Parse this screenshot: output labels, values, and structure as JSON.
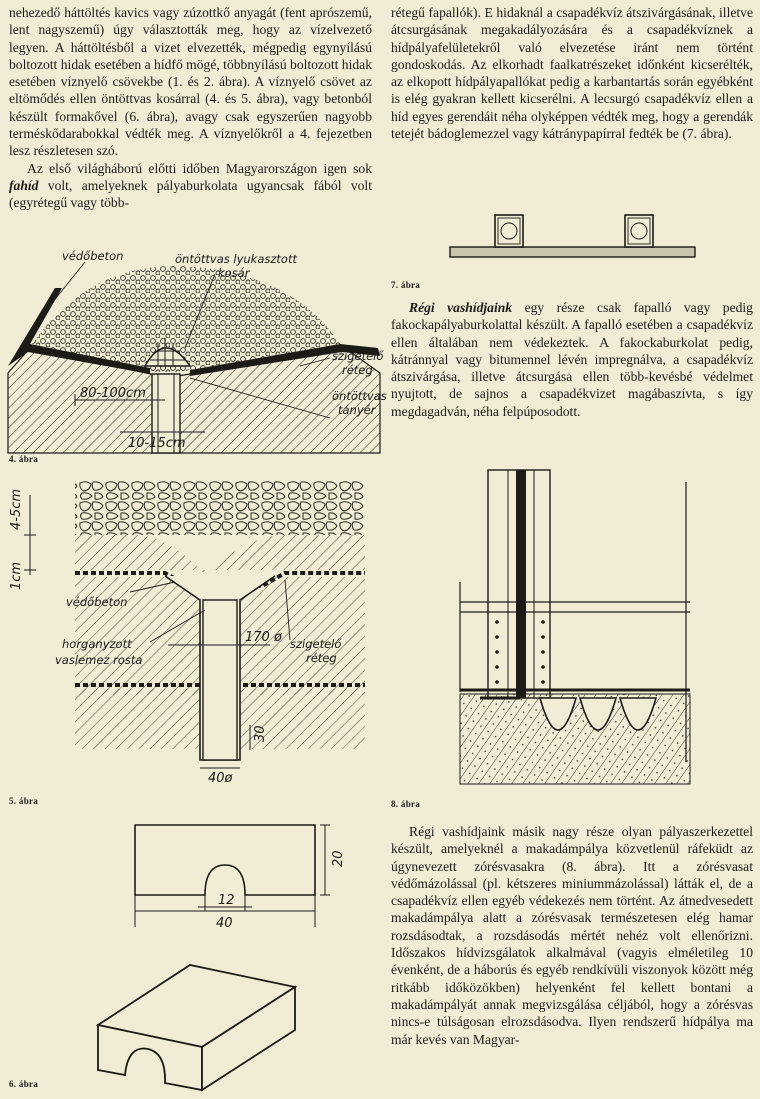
{
  "left_column": {
    "p1": "nehezedő háttöltés kavics vagy zúzottkő anyagát (fent aprószemű, lent nagyszemű) úgy választották meg, hogy az vízelvezető legyen. A háttöltésből a vizet elvezették, mégpedig egynyílású boltozott hidak esetében a hídfő mögé, többnyílású boltozott hidak esetében víznyelő csövekbe (1. és 2. ábra). A víznyelő csövet az eltömődés ellen öntöttvas kosárral (4. és 5. ábra), vagy betonból készült formakővel (6. ábra), avagy csak egyszerűen nagyobb terméskődarabokkal védték meg. A víznyelőkről a 4. fejezetben lesz részletesen szó.",
    "p2_pre": "Az első világháború előtti időben Magyarországon igen sok ",
    "p2_em": "fahíd",
    "p2_post": " volt, amelyeknek pályaburkolata ugyancsak fából volt (egyrétegű vagy több-"
  },
  "right_column": {
    "p1": "rétegű fapallók). E hidaknál a csapadékvíz átszivárgásának, illetve átcsurgásának megakadályozására és a csapadékvíznek a hídpályafelületekről való elvezetése iránt nem történt gondoskodás. Az elkorhadt faalkatrészeket időnként kicserélték, az elkopott hídpályapallókat pedig a karbantartás során egyébként is elég gyakran kellett kicserélni. A lecsurgó csapadékvíz ellen a híd egyes gerendáit néha olyképpen védték meg, hogy a gerendák tetejét bádoglemezzel vagy kátránypapírral fedték be (7. ábra).",
    "p2_em": "Régi vashídjaink",
    "p2_post": " egy része csak fapalló vagy pedig fakockapályaburkolattal készült. A fapalló esetében a csapadékvíz ellen általában nem védekeztek. A fakockaburkolat pedig, kátránnyal vagy bitumennel lévén impregnálva, a csapadékvíz átszivárgása, illetve átcsurgása ellen több-kevésbé védelmet nyujtott, de sajnos a csapadékvizet magábaszívta, s így megdagadván, néha felpúposodott.",
    "p3": "Régi vashídjaink másik nagy része olyan pályaszerkezettel készült, amelyeknél a makadámpálya közvetlenül ráfeküdt az úgynevezett zórésvasakra (8. ábra). Itt a zórésvasat védőmázolással (pl. kétszeres miniummázolással) látták el, de a csapadékvíz ellen egyéb védekezés nem történt. Az átnedvesedett makadámpálya alatt a zórésvasak természetesen elég hamar rozsdásodtak, a rozsdásodás mértét nehéz volt ellenőrizni. Időszakos hídvizsgálatok alkalmával (vagyis elméletileg 10 évenként, de a háborús és egyéb rendkívüli viszonyok között még ritkább időközökben) helyenként fel kellett bontani a makadámpályát annak megvizsgálása céljából, hogy a zórésvas nincs-e túlságosan elrozsdásodva. Ilyen rendszerű hídpálya ma már kevés van Magyar-"
  },
  "figure4": {
    "caption": "4. ábra",
    "label_vedobeton": "védőbeton",
    "label_kosar_1": "öntöttvas lyukasztott",
    "label_kosar_2": "kosár",
    "label_szigetelo_1": "szigetelő",
    "label_szigetelo_2": "réteg",
    "label_tanyer_1": "öntöttvas",
    "label_tanyer_2": "tányér",
    "dim_1": "80-100cm",
    "dim_2": "10-15cm"
  },
  "figure5": {
    "caption": "5. ábra",
    "dim_top": "4-5cm",
    "dim_side": "1cm",
    "label_vedobeton": "védőbeton",
    "label_rosta_1": "horganyzott",
    "label_rosta_2": "vaslemez rosta",
    "label_szigetelo_1": "szigetelő",
    "label_szigetelo_2": "réteg",
    "dim_170": "170 ø",
    "dim_30": "30",
    "dim_40": "40ø"
  },
  "figure6": {
    "caption": "6. ábra",
    "dim_20": "20",
    "dim_12": "12",
    "dim_40": "40"
  },
  "figure7": {
    "caption": "7. ábra"
  },
  "figure8": {
    "caption": "8. ábra"
  }
}
